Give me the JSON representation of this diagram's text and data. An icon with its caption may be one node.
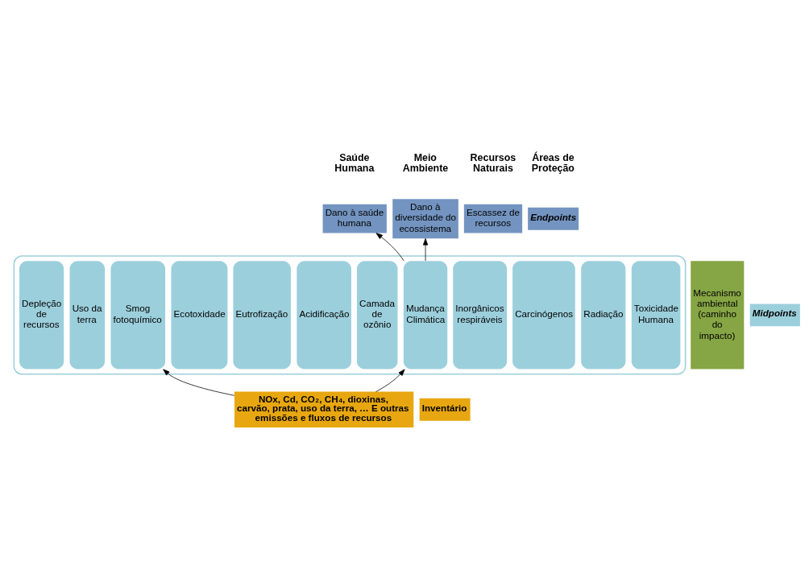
{
  "diagram": {
    "nodes": [
      {
        "text": [
          "Dano à saúde humana"
        ]
      },
      {
        "text": [
          "Dano à diversidade do ecossistema"
        ]
      },
      {
        "text": [
          "Escassez de recursos"
        ]
      },
      {
        "text": [
          "Endpoints"
        ]
      },
      {
        "text": [
          "Mecanismo ambiental (caminho do impacto)"
        ]
      },
      {
        "text": [],
        "shape": "box"
      },
      {
        "text": [
          "Toxicidade Humana"
        ],
        "in": 5
      },
      {
        "text": [
          "Radiação"
        ],
        "in": 5
      },
      {
        "text": [
          "Carcinógenos"
        ],
        "in": 5
      },
      {
        "text": [
          "Inorgânicos respiráveis"
        ],
        "in": 5
      },
      {
        "text": [
          "Mudança Climática"
        ],
        "in": 5
      },
      {
        "text": [
          "Camada de ozônio"
        ],
        "in": 5
      },
      {
        "text": [
          "Acidificação"
        ],
        "in": 5
      },
      {
        "text": [
          "Eutrofização"
        ],
        "in": 5
      },
      {
        "text": [
          "Ecotoxidade"
        ],
        "in": 5
      },
      {
        "text": [
          "Smog fotoquímico"
        ],
        "in": 5
      },
      {
        "text": [
          "Uso da terra"
        ],
        "in": 5
      },
      {
        "text": [
          "Depleção de recursos"
        ],
        "in": 5
      },
      {
        "text": [
          "Midpoints"
        ]
      },
      {
        "text": [
          "NOx, Cd, CO$_{2}$, CH$_{4}$, dioxinas, carvão, prata, uso da terra, … E outras emissões e fluxos de recursos"
        ]
      },
      {
        "text": [
          "Inventário"
        ]
      }
    ],
    "edges": [
      {
        "from": 10,
        "to": 0,
        "arrow": "to"
      },
      {
        "from": 10,
        "to": 1,
        "arrow": "to"
      },
      {
        "from": 19,
        "to": 10,
        "arrow": "to"
      },
      {
        "from": 19,
        "to": 15,
        "arrow": "to"
      }
    ],
    "labels": [
      "Saúde Humana",
      "Meio Ambiente",
      "Recursos Naturais",
      "Áreas de Proteção"
    ]
  }
}
